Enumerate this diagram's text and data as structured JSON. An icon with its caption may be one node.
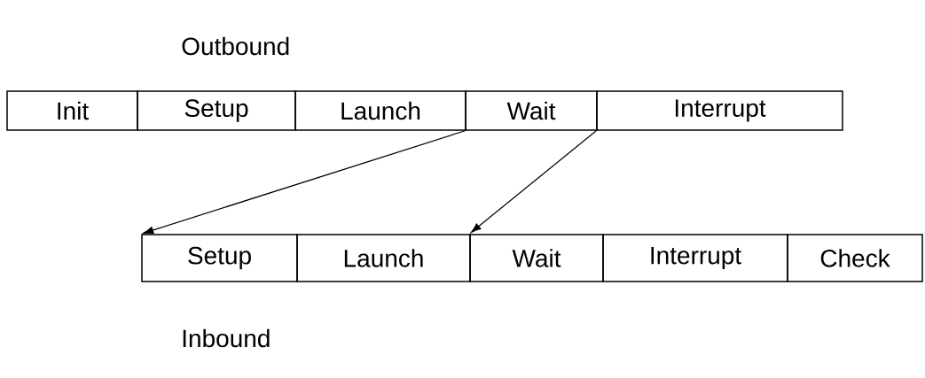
{
  "diagram": {
    "nodes": [
      {
        "text": [
          "Init"
        ]
      },
      {
        "text": [
          "Setup"
        ]
      },
      {
        "text": [
          "Launch"
        ]
      },
      {
        "text": [
          "Wait"
        ]
      },
      {
        "text": [
          "Interrupt"
        ]
      },
      {
        "text": [
          "Setup"
        ]
      },
      {
        "text": [
          "Launch"
        ]
      },
      {
        "text": [
          "Wait"
        ]
      },
      {
        "text": [
          "Interrupt"
        ]
      },
      {
        "text": [
          "Check"
        ]
      }
    ],
    "edges": [
      {
        "from": 3,
        "to": 5,
        "arrow": "to"
      },
      {
        "from": 4,
        "to": 7,
        "arrow": "to"
      }
    ],
    "labels": [
      "Outbound",
      "Inbound"
    ]
  }
}
